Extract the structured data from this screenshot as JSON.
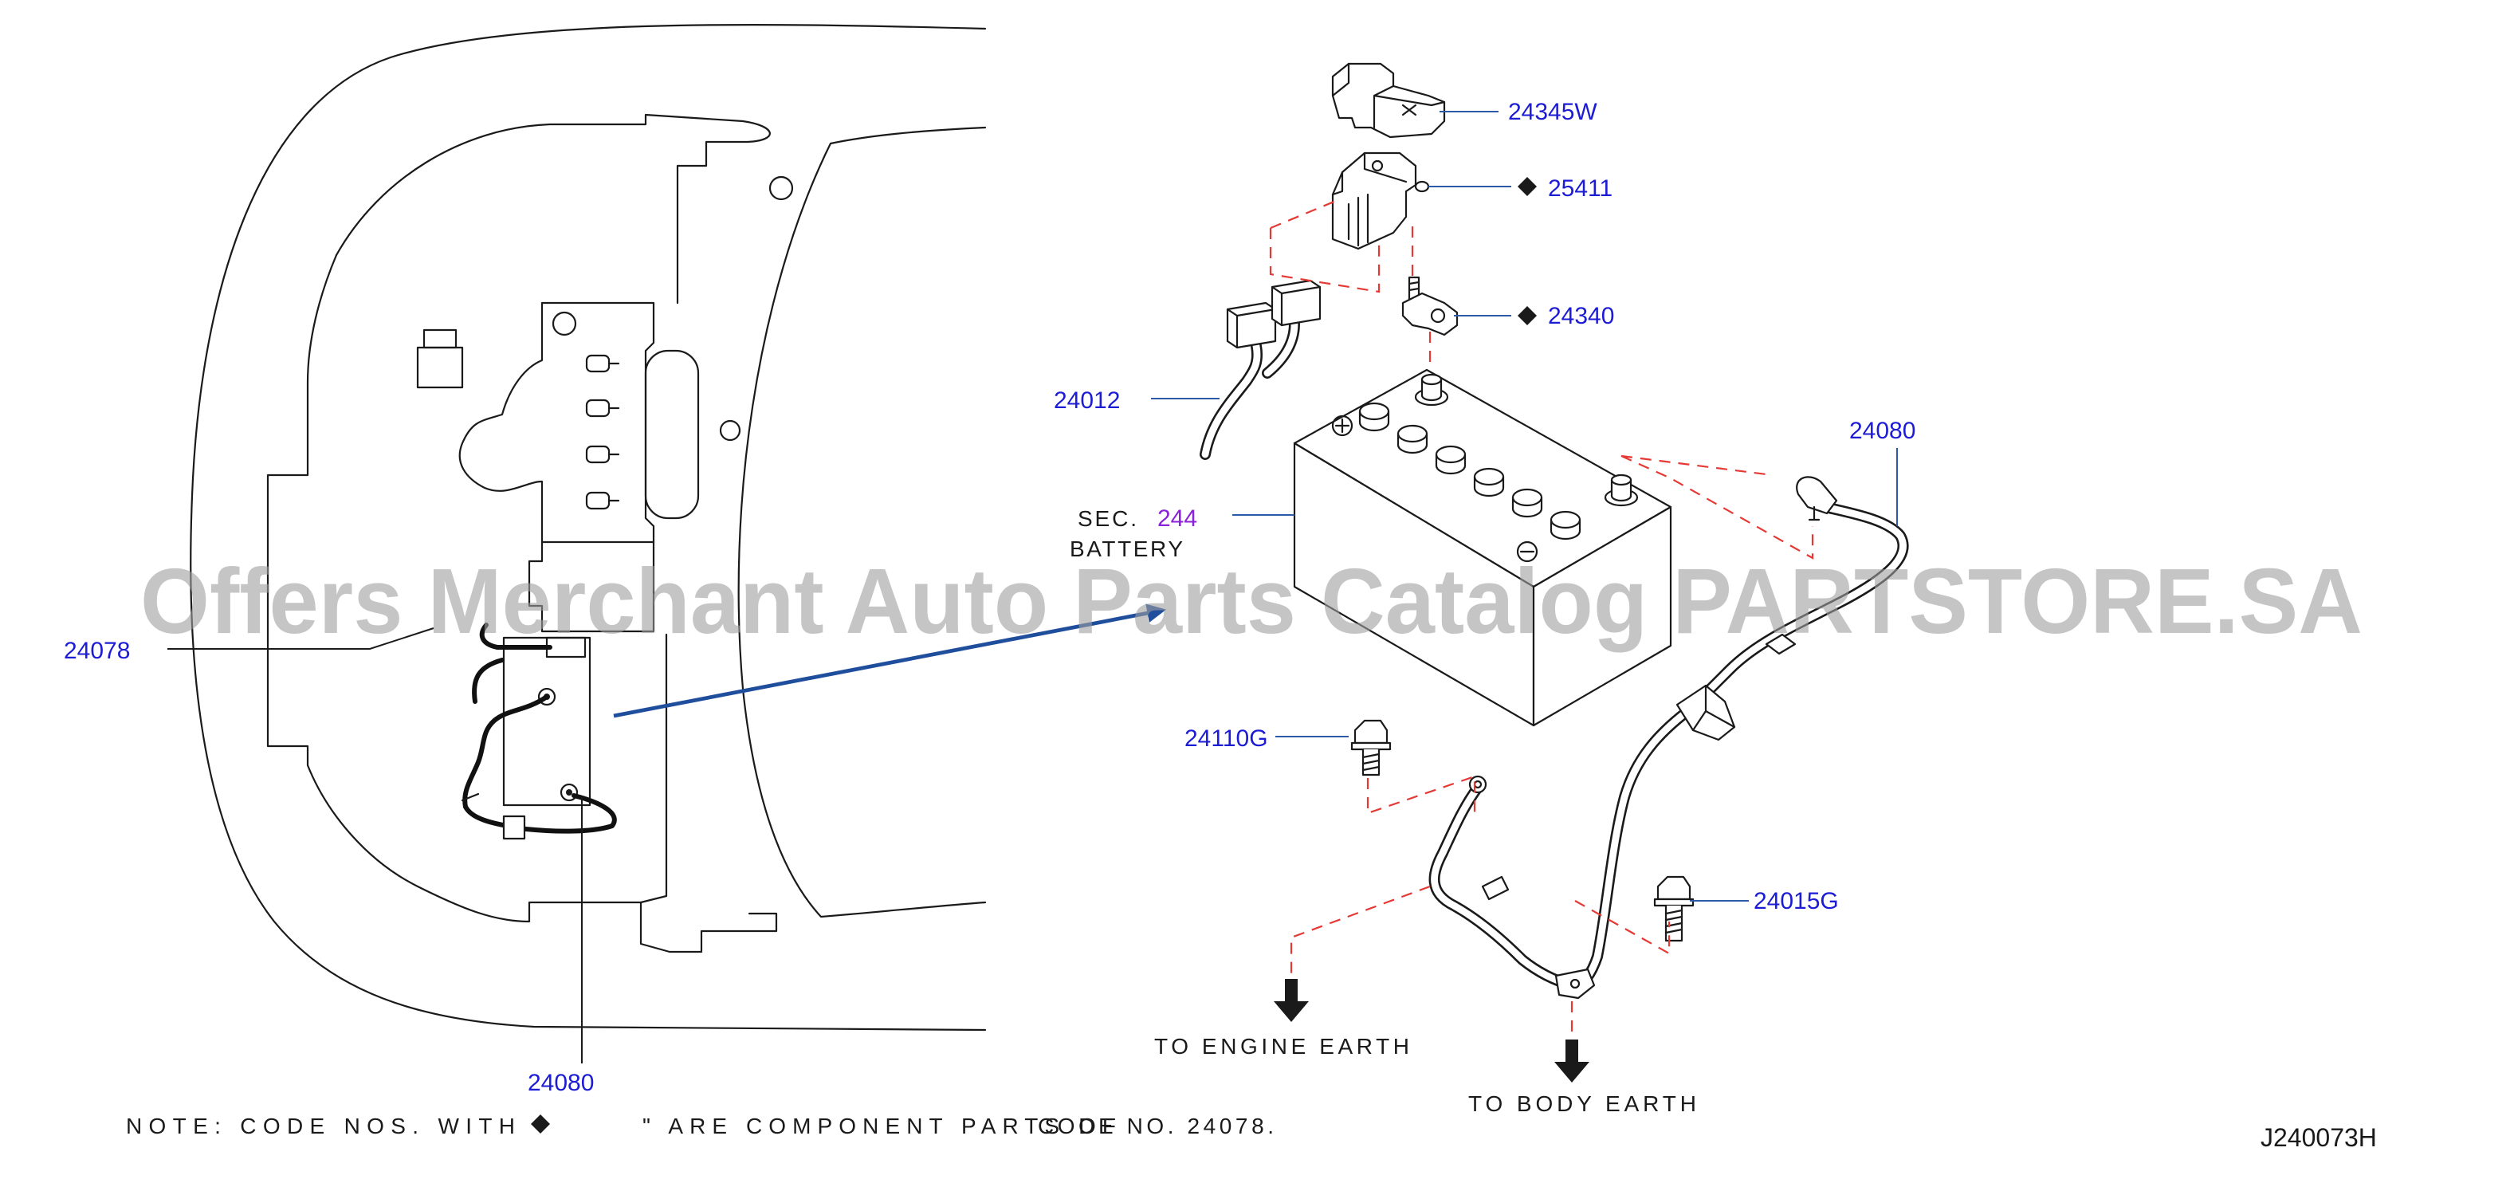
{
  "colors": {
    "label": "#1c1cd4",
    "section_code": "#8a22d8",
    "leader_line": "#2c5aa6",
    "arrow": "#1f4e9c",
    "dashed_line": "#e53935",
    "ink": "#1a1a1a",
    "watermark": "#9e9e9e"
  },
  "callouts": {
    "terminal_cover": "24345W",
    "terminal_clamp": "25411",
    "terminal_nut": "24340",
    "sub_cable": "24012",
    "negative_cable": "24080",
    "harness": "24078",
    "bolt_engine": "24110G",
    "bolt_body": "24015G",
    "battery_cable_left": "24080"
  },
  "battery_ref": {
    "section_prefix": "SEC.",
    "section_code": "244",
    "name": "BATTERY"
  },
  "earth": {
    "engine": "TO ENGINE EARTH",
    "body": "TO BODY EARTH"
  },
  "note": {
    "prefix": "NOTE: CODE NOS. WITH",
    "middle": "\" ARE COMPONENT PARTS OF",
    "suffix": "CODE NO. 24078."
  },
  "diagram_code": "J240073H",
  "watermark": "Offers Merchant Auto Parts Catalog PARTSTORE.SA",
  "icons": {
    "component_marker": "diamond-marker-icon",
    "earth_direction": "down-arrow-icon",
    "detail_pointer": "arrow-pointer-icon"
  }
}
